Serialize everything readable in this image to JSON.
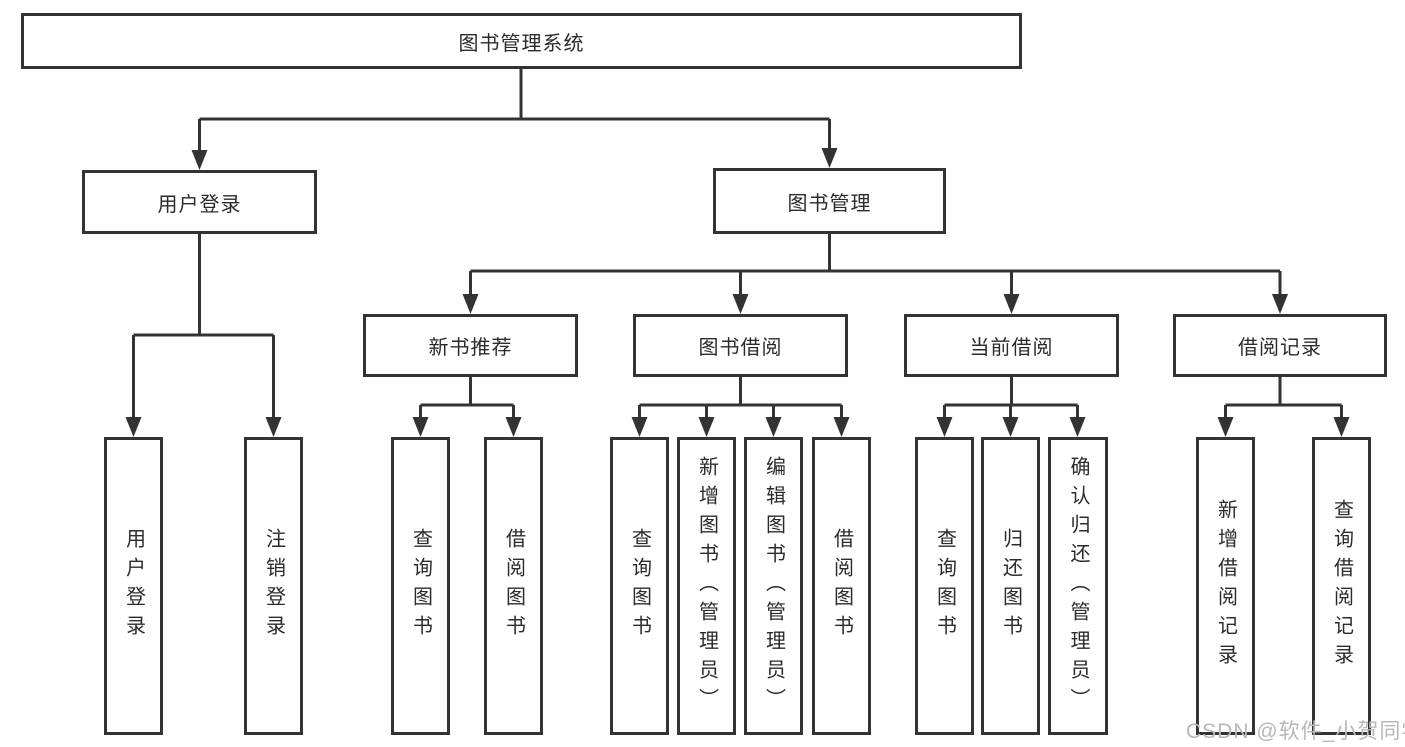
{
  "colors": {
    "line": "#333333",
    "text": "#2b2b2b",
    "background": "#ffffff",
    "watermark": "#b8b8b8"
  },
  "tree": {
    "root": "图书管理系统",
    "branches": [
      {
        "label": "用户登录",
        "children": [
          "用户登录",
          "注销登录"
        ]
      },
      {
        "label": "图书管理",
        "sections": [
          {
            "label": "新书推荐",
            "children": [
              "查询图书",
              "借阅图书"
            ]
          },
          {
            "label": "图书借阅",
            "children": [
              "查询图书",
              "新增图书（管理员）",
              "编辑图书（管理员）",
              "借阅图书"
            ]
          },
          {
            "label": "当前借阅",
            "children": [
              "查询图书",
              "归还图书",
              "确认归还（管理员）"
            ]
          },
          {
            "label": "借阅记录",
            "children": [
              "新增借阅记录",
              "查询借阅记录"
            ]
          }
        ]
      }
    ]
  },
  "watermark": "CSDN @软件_小贺同学"
}
